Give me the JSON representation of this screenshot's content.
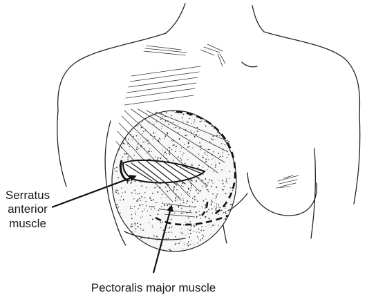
{
  "labels": {
    "serratus_line1": "Serratus",
    "serratus_line2": "anterior",
    "serratus_line3": "muscle",
    "pectoralis": "Pectoralis major muscle"
  }
}
